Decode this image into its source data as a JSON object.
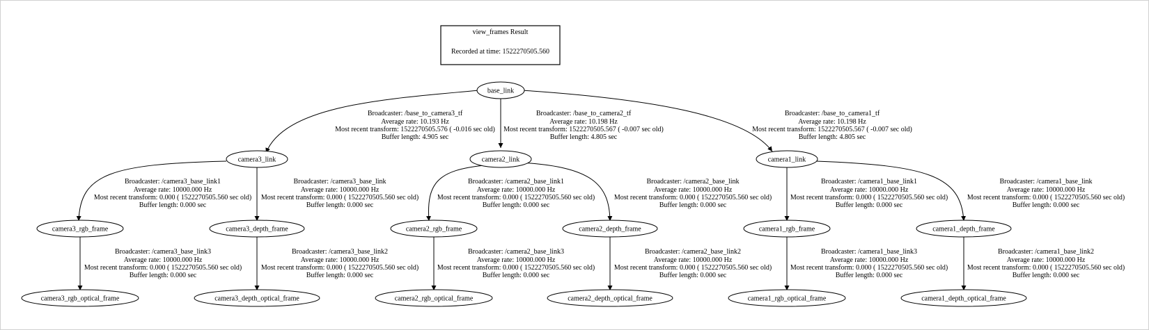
{
  "header": {
    "title": "view_frames Result",
    "recorded": "Recorded at time: 1522270505.560"
  },
  "nodes": {
    "base_link": "base_link",
    "camera3_link": "camera3_link",
    "camera2_link": "camera2_link",
    "camera1_link": "camera1_link",
    "camera3_rgb_frame": "camera3_rgb_frame",
    "camera3_depth_frame": "camera3_depth_frame",
    "camera2_rgb_frame": "camera2_rgb_frame",
    "camera2_depth_frame": "camera2_depth_frame",
    "camera1_rgb_frame": "camera1_rgb_frame",
    "camera1_depth_frame": "camera1_depth_frame",
    "camera3_rgb_optical_frame": "camera3_rgb_optical_frame",
    "camera3_depth_optical_frame": "camera3_depth_optical_frame",
    "camera2_rgb_optical_frame": "camera2_rgb_optical_frame",
    "camera2_depth_optical_frame": "camera2_depth_optical_frame",
    "camera1_rgb_optical_frame": "camera1_rgb_optical_frame",
    "camera1_depth_optical_frame": "camera1_depth_optical_frame"
  },
  "edges": {
    "base_to_camera3": {
      "broadcaster": "Broadcaster: /base_to_camera3_tf",
      "rate": "Average rate: 10.193 Hz",
      "recent": "Most recent transform: 1522270505.576 ( -0.016 sec old)",
      "buffer": "Buffer length: 4.905 sec"
    },
    "base_to_camera2": {
      "broadcaster": "Broadcaster: /base_to_camera2_tf",
      "rate": "Average rate: 10.198 Hz",
      "recent": "Most recent transform: 1522270505.567 ( -0.007 sec old)",
      "buffer": "Buffer length: 4.805 sec"
    },
    "base_to_camera1": {
      "broadcaster": "Broadcaster: /base_to_camera1_tf",
      "rate": "Average rate: 10.198 Hz",
      "recent": "Most recent transform: 1522270505.567 ( -0.007 sec old)",
      "buffer": "Buffer length: 4.805 sec"
    },
    "c3_rgb": {
      "broadcaster": "Broadcaster: /camera3_base_link1",
      "rate": "Average rate: 10000.000 Hz",
      "recent": "Most recent transform: 0.000 ( 1522270505.560 sec old)",
      "buffer": "Buffer length: 0.000 sec"
    },
    "c3_depth": {
      "broadcaster": "Broadcaster: /camera3_base_link",
      "rate": "Average rate: 10000.000 Hz",
      "recent": "Most recent transform: 0.000 ( 1522270505.560 sec old)",
      "buffer": "Buffer length: 0.000 sec"
    },
    "c2_rgb": {
      "broadcaster": "Broadcaster: /camera2_base_link1",
      "rate": "Average rate: 10000.000 Hz",
      "recent": "Most recent transform: 0.000 ( 1522270505.560 sec old)",
      "buffer": "Buffer length: 0.000 sec"
    },
    "c2_depth": {
      "broadcaster": "Broadcaster: /camera2_base_link",
      "rate": "Average rate: 10000.000 Hz",
      "recent": "Most recent transform: 0.000 ( 1522270505.560 sec old)",
      "buffer": "Buffer length: 0.000 sec"
    },
    "c1_rgb": {
      "broadcaster": "Broadcaster: /camera1_base_link1",
      "rate": "Average rate: 10000.000 Hz",
      "recent": "Most recent transform: 0.000 ( 1522270505.560 sec old)",
      "buffer": "Buffer length: 0.000 sec"
    },
    "c1_depth": {
      "broadcaster": "Broadcaster: /camera1_base_link",
      "rate": "Average rate: 10000.000 Hz",
      "recent": "Most recent transform: 0.000 ( 1522270505.560 sec old)",
      "buffer": "Buffer length: 0.000 sec"
    },
    "c3_rgb_opt": {
      "broadcaster": "Broadcaster: /camera3_base_link3",
      "rate": "Average rate: 10000.000 Hz",
      "recent": "Most recent transform: 0.000 ( 1522270505.560 sec old)",
      "buffer": "Buffer length: 0.000 sec"
    },
    "c3_depth_opt": {
      "broadcaster": "Broadcaster: /camera3_base_link2",
      "rate": "Average rate: 10000.000 Hz",
      "recent": "Most recent transform: 0.000 ( 1522270505.560 sec old)",
      "buffer": "Buffer length: 0.000 sec"
    },
    "c2_rgb_opt": {
      "broadcaster": "Broadcaster: /camera2_base_link3",
      "rate": "Average rate: 10000.000 Hz",
      "recent": "Most recent transform: 0.000 ( 1522270505.560 sec old)",
      "buffer": "Buffer length: 0.000 sec"
    },
    "c2_depth_opt": {
      "broadcaster": "Broadcaster: /camera2_base_link2",
      "rate": "Average rate: 10000.000 Hz",
      "recent": "Most recent transform: 0.000 ( 1522270505.560 sec old)",
      "buffer": "Buffer length: 0.000 sec"
    },
    "c1_rgb_opt": {
      "broadcaster": "Broadcaster: /camera1_base_link3",
      "rate": "Average rate: 10000.000 Hz",
      "recent": "Most recent transform: 0.000 ( 1522270505.560 sec old)",
      "buffer": "Buffer length: 0.000 sec"
    },
    "c1_depth_opt": {
      "broadcaster": "Broadcaster: /camera1_base_link2",
      "rate": "Average rate: 10000.000 Hz",
      "recent": "Most recent transform: 0.000 ( 1522270505.560 sec old)",
      "buffer": "Buffer length: 0.000 sec"
    }
  }
}
